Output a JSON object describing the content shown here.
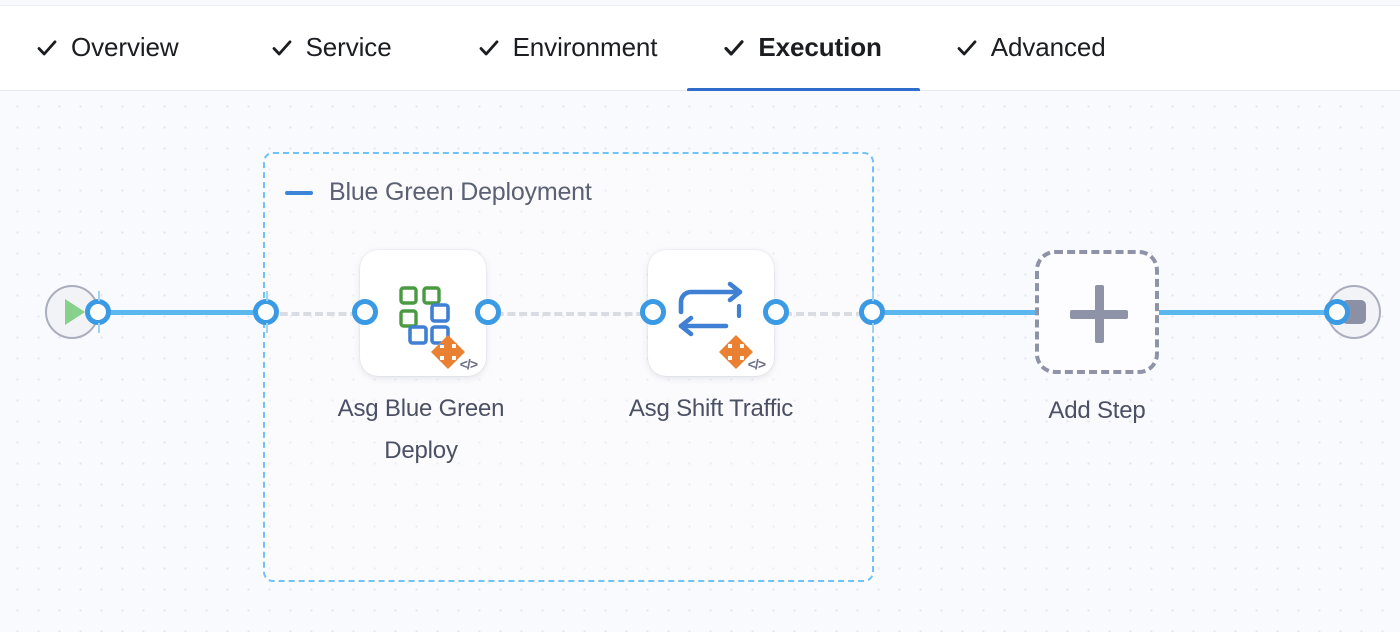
{
  "tabs": [
    {
      "label": "Overview",
      "icon": "check-icon",
      "checked": true,
      "active": false
    },
    {
      "label": "Service",
      "icon": "check-icon",
      "checked": true,
      "active": false
    },
    {
      "label": "Environment",
      "icon": "check-icon",
      "checked": true,
      "active": false
    },
    {
      "label": "Execution",
      "icon": "check-icon",
      "checked": true,
      "active": true
    },
    {
      "label": "Advanced",
      "icon": "check-icon",
      "checked": true,
      "active": false
    }
  ],
  "canvas": {
    "start_node": {
      "name": "pipeline-start",
      "icon": "play-icon"
    },
    "end_node": {
      "name": "pipeline-end",
      "icon": "stop-icon"
    },
    "group": {
      "title": "Blue Green Deployment",
      "collapse_icon": "minus-icon",
      "steps": [
        {
          "label": "Asg Blue Green Deploy",
          "icon": "asg-blue-green-deploy-icon",
          "badge": "</>"
        },
        {
          "label": "Asg Shift Traffic",
          "icon": "asg-shift-traffic-icon",
          "badge": "</>"
        }
      ]
    },
    "add_step": {
      "label": "Add Step",
      "icon": "plus-icon"
    }
  },
  "colors": {
    "accent_blue": "#2f6dcc",
    "wire_blue": "#5bb8ef",
    "port_blue": "#3b9ae4",
    "group_border": "#6fc3f7",
    "dashed_gray": "#c7ccd6",
    "label_gray": "#4b5064",
    "icon_green": "#4a9a42",
    "icon_blue": "#3f7fd4",
    "icon_orange": "#ea8132",
    "start_green": "#86d18b",
    "stop_gray": "#8b90a5",
    "canvas_bg": "#f9fafd"
  }
}
